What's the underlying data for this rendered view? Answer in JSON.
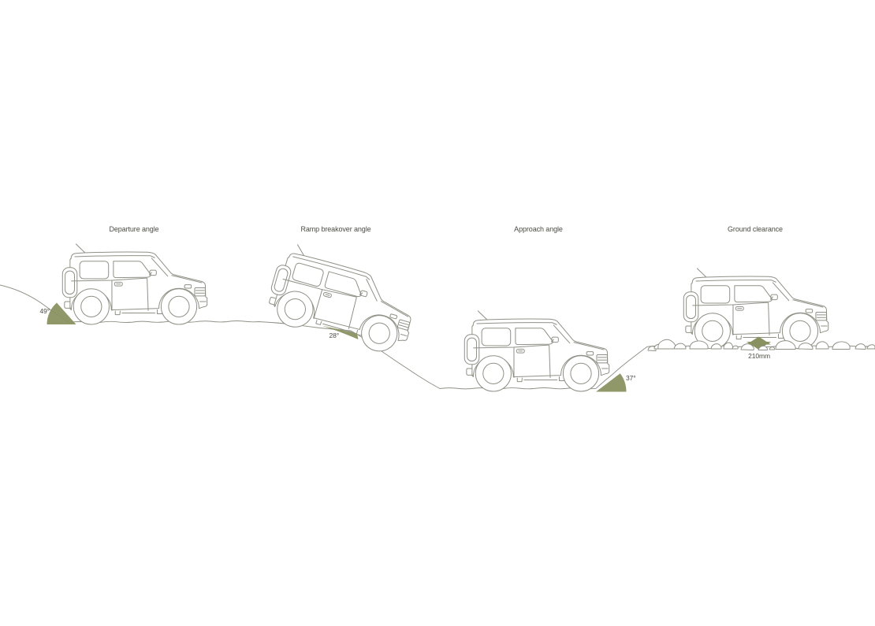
{
  "diagram": {
    "panels": [
      {
        "id": "departure",
        "label": "Departure angle",
        "value": "49°"
      },
      {
        "id": "ramp-breakover",
        "label": "Ramp breakover angle",
        "value": "28°"
      },
      {
        "id": "approach",
        "label": "Approach angle",
        "value": "37°"
      },
      {
        "id": "ground-clearance",
        "label": "Ground clearance",
        "value": "210mm"
      }
    ],
    "colors": {
      "accent_olive": "#8a9161",
      "line_gray": "#8f9186",
      "text_gray": "#4b4d44",
      "background": "#ffffff"
    }
  }
}
